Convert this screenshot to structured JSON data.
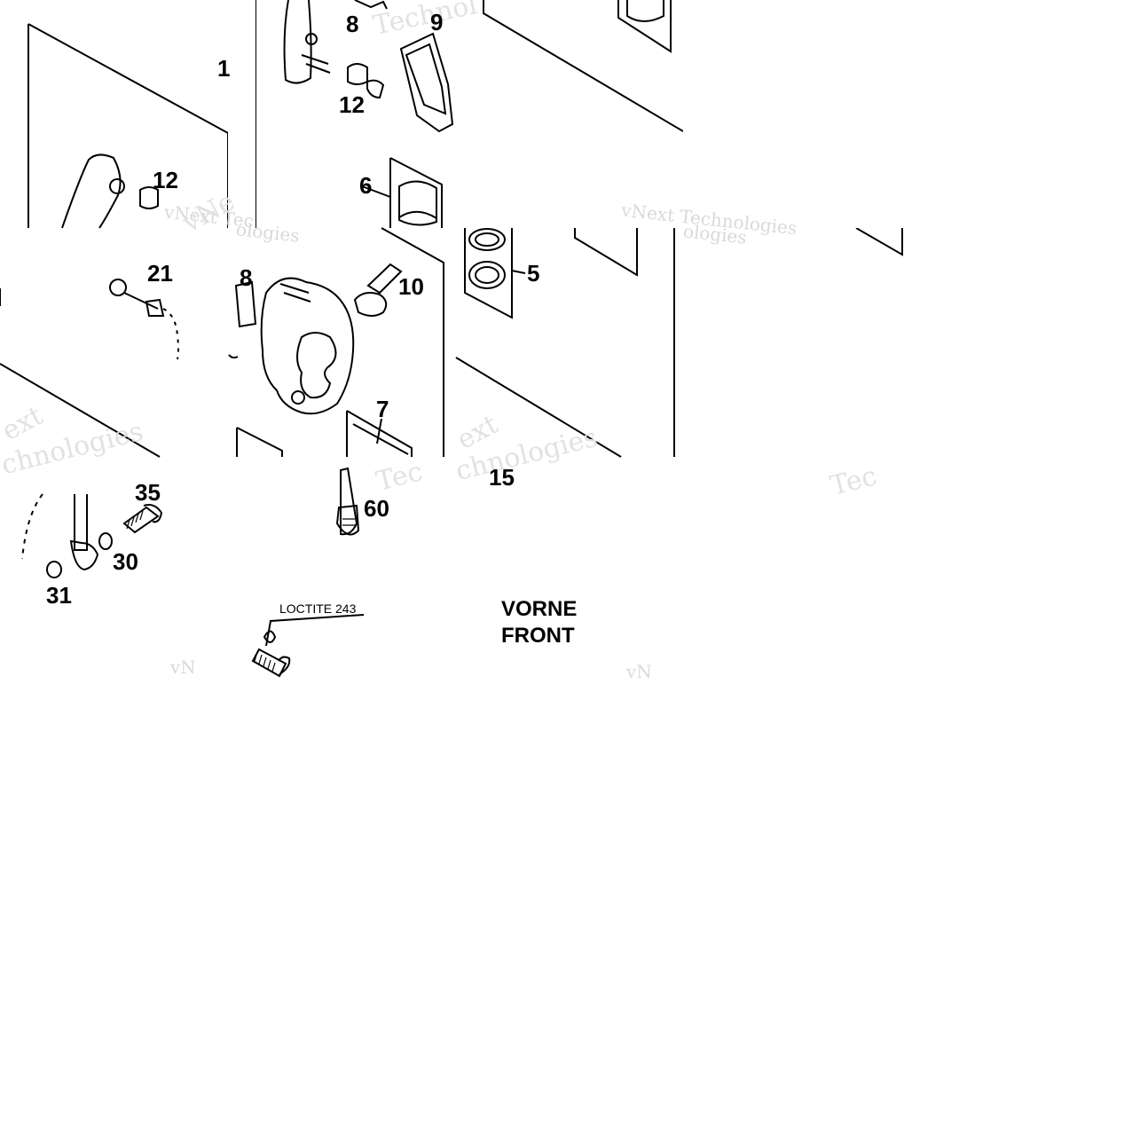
{
  "diagram": {
    "callouts": [
      "1",
      "8",
      "9",
      "12",
      "12",
      "6",
      "5",
      "21",
      "8",
      "10",
      "7",
      "35",
      "30",
      "31",
      "60",
      "15"
    ],
    "loctite_label": "LOCTITE 243",
    "direction": {
      "line1": "VORNE",
      "line2": "FRONT"
    },
    "watermarks": [
      "Technol",
      "vNext Tec",
      "vNext Technologies",
      "ologies",
      "ologies",
      "ext",
      "chnologies",
      "ext",
      "chnologies",
      "Tec",
      "Tec",
      "vN",
      "vN",
      "vNe"
    ]
  }
}
